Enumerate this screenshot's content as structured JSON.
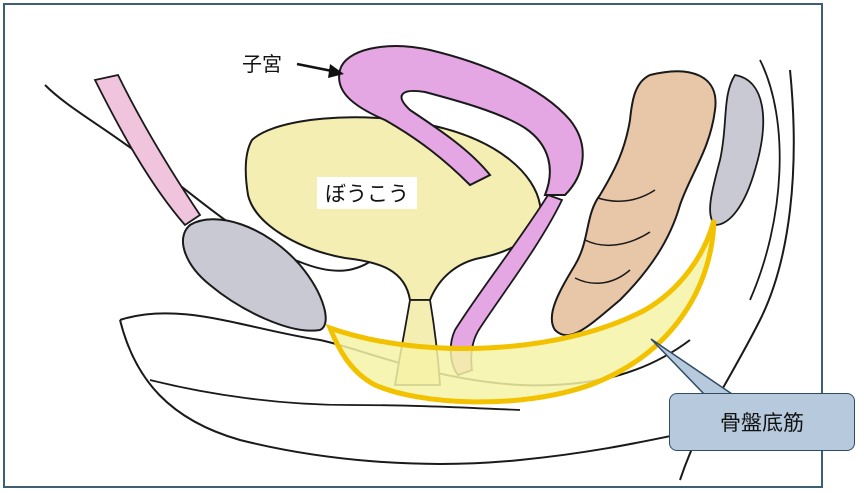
{
  "labels": {
    "uterus": "子宮",
    "bladder": "ぼうこう",
    "pelvic_floor_muscle": "骨盤底筋"
  },
  "colors": {
    "frame": "#3d5f73",
    "uterus_fill": "#e5a6e4",
    "bladder_fill": "#f4eeb2",
    "bone_fill": "#c9c9d4",
    "rectum_fill": "#e8c6a8",
    "muscle_outline": "#f2c200",
    "muscle_fill": "#f6f3a6",
    "callout_fill": "#b7c9dd",
    "callout_border": "#2f4b66"
  },
  "icons": {
    "arrow": "arrow-right-icon"
  }
}
